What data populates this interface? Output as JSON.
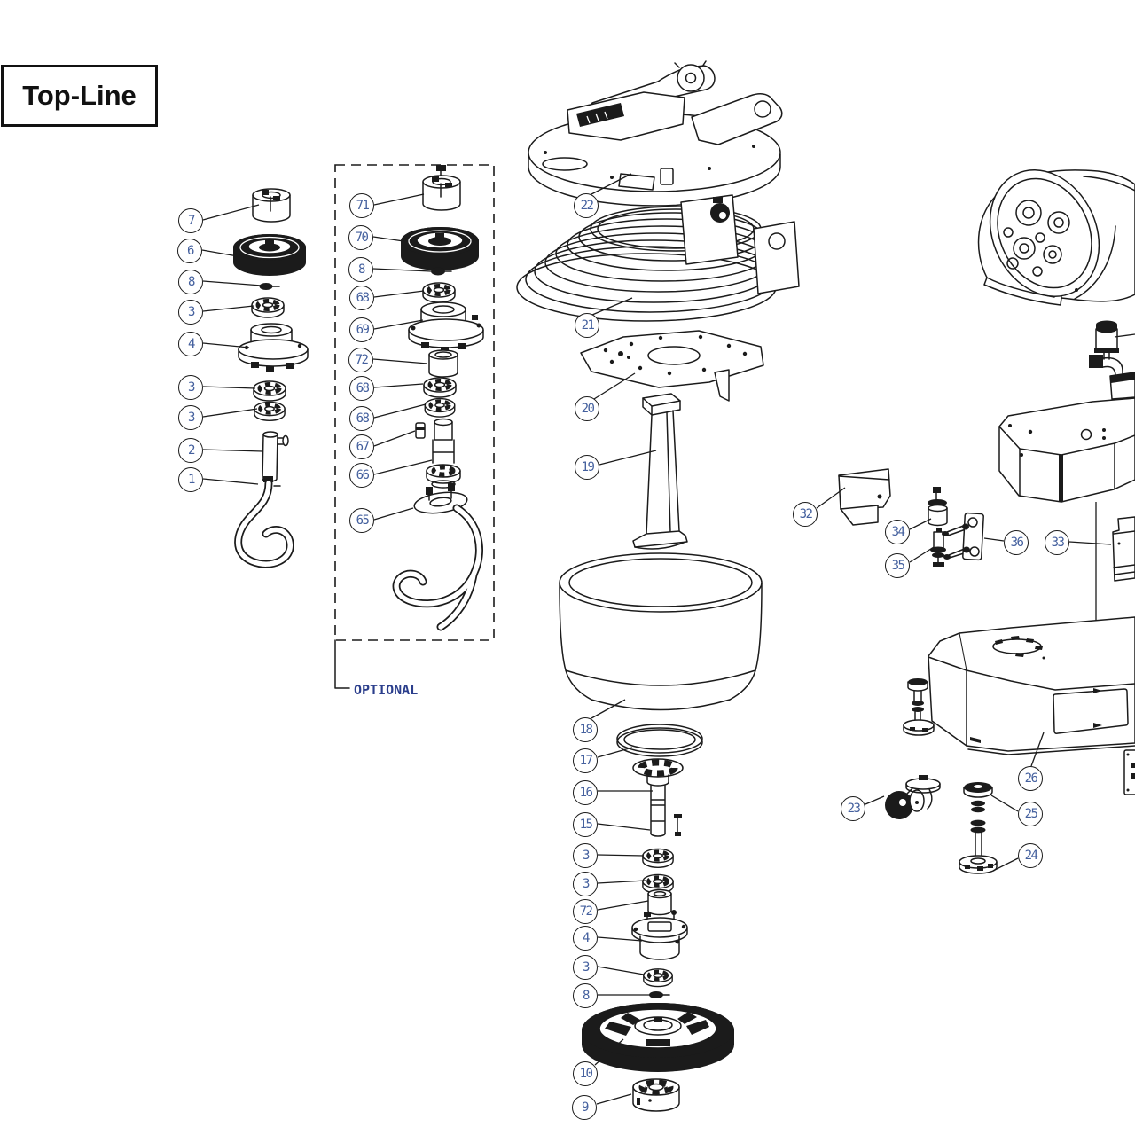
{
  "title": "Top-Line",
  "optional_label": "OPTIONAL",
  "colors": {
    "line": "#1b1b1b",
    "callout_text": "#44609e",
    "optional_text": "#2b3e8c",
    "background": "#ffffff"
  },
  "callouts": [
    "7",
    "6",
    "8",
    "3",
    "4",
    "3",
    "3",
    "2",
    "1",
    "71",
    "70",
    "8",
    "68",
    "69",
    "72",
    "68",
    "68",
    "67",
    "66",
    "65",
    "22",
    "21",
    "20",
    "19",
    "18",
    "17",
    "16",
    "15",
    "3",
    "3",
    "72",
    "4",
    "3",
    "8",
    "10",
    "9",
    "32",
    "34",
    "35",
    "36",
    "33",
    "26",
    "23",
    "25",
    "24"
  ]
}
